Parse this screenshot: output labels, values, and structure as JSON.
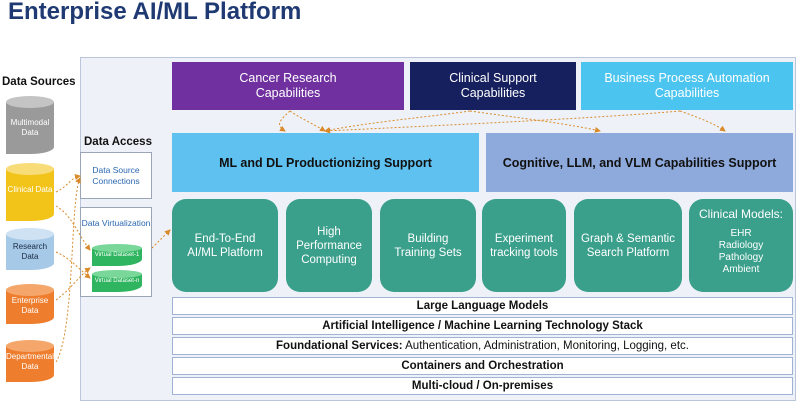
{
  "title": "Enterprise AI/ML Platform",
  "data_sources": {
    "heading": "Data Sources",
    "items": [
      {
        "label": "Multimodal Data",
        "color": "#9a9a9a"
      },
      {
        "label": "Clinical Data",
        "color": "#f2c318"
      },
      {
        "label": "Research Data",
        "color": "#a6c9e8"
      },
      {
        "label": "Enterprise Data",
        "color": "#ee7d2d"
      },
      {
        "label": "Departmental Data",
        "color": "#ee7d2d"
      }
    ]
  },
  "data_access": {
    "heading": "Data Access",
    "connections_label": "Data Source Connections",
    "virtualization_label": "Data Virtualization",
    "datasets": [
      "Virtual Dataset-1",
      "Virtual Dataset-n"
    ]
  },
  "capabilities": [
    {
      "label": "Cancer Research Capabilities",
      "color": "#7030a0"
    },
    {
      "label": "Clinical Support Capabilities",
      "color": "#17205e"
    },
    {
      "label": "Business Process Automation Capabilities",
      "color": "#4cc4f0"
    }
  ],
  "support": [
    {
      "label": "ML and DL Productionizing Support",
      "color": "#5ec1f0"
    },
    {
      "label": "Cognitive, LLM, and VLM Capabilities Support",
      "color": "#8ea9db"
    }
  ],
  "tools": [
    {
      "label": "End-To-End AI/ML Platform"
    },
    {
      "label": "High Performance Computing"
    },
    {
      "label": "Building Training Sets"
    },
    {
      "label": "Experiment tracking tools"
    },
    {
      "label": "Graph & Semantic Search Platform"
    },
    {
      "label": "Clinical Models:",
      "items": [
        "EHR",
        "Radiology",
        "Pathology",
        "Ambient"
      ]
    }
  ],
  "layers": [
    {
      "bold": "Large Language Models",
      "rest": ""
    },
    {
      "bold": "Artificial Intelligence / Machine Learning Technology Stack",
      "rest": ""
    },
    {
      "bold": "Foundational Services:",
      "rest": " Authentication, Administration, Monitoring, Logging, etc."
    },
    {
      "bold": "Containers and Orchestration",
      "rest": ""
    },
    {
      "bold": "Multi-cloud / On-premises",
      "rest": ""
    }
  ],
  "colors": {
    "tool_green": "#3a9f8b",
    "arrow_orange": "#d98b2b",
    "title_blue": "#1f3a73"
  }
}
